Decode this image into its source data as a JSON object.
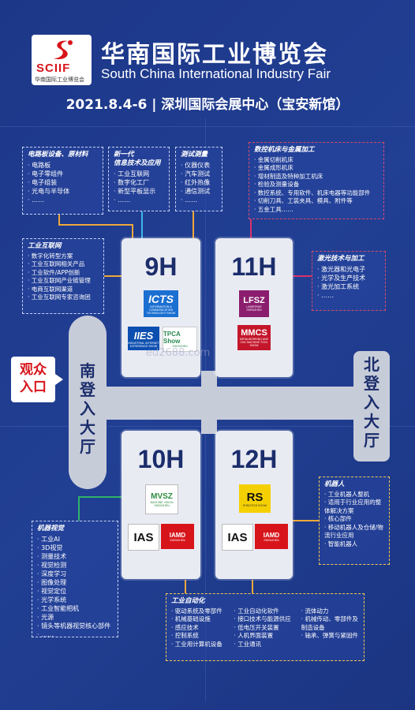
{
  "header": {
    "logo_text": "SCIIF",
    "logo_subtext": "华南国际工业博览会",
    "title_cn": "华南国际工业博览会",
    "title_en": "South China International Industry Fair",
    "date_venue": "2021.8.4-6 | 深圳国际会展中心（宝安新馆）"
  },
  "categories": {
    "pcb": {
      "title": "电路板设备、原材料",
      "items": [
        "电路板",
        "电子零组件",
        "电子组装",
        "光电与半导体",
        "……"
      ]
    },
    "it": {
      "title": "新一代信息技术及应用",
      "title_line1": "新一代",
      "title_line2": "信息技术及应用",
      "items": [
        "工业互联网",
        "数字化工厂",
        "新型平板显示",
        "……"
      ]
    },
    "measure": {
      "title": "测试测量",
      "items": [
        "仪器仪表",
        "汽车测试",
        "红外热像",
        "通信测试",
        "……"
      ]
    },
    "cnc": {
      "title": "数控机床与金属加工",
      "items": [
        "金属切削机床",
        "金属成形机床",
        "增材制造及特种加工机床",
        "检验及测量设备",
        "数控系统、专用软件、机床电器等功能部件",
        "切削刀具、工装夹具、模具、附件等",
        "五金工具……"
      ]
    },
    "iiot": {
      "title": "工业互联网",
      "items": [
        "数字化转型方案",
        "工业互联网相关产品",
        "工业软件/APP创新",
        "工业互联网产业链管理",
        "电商互联网渠道",
        "工业互联网专家咨询团"
      ]
    },
    "laser": {
      "title": "激光技术与加工",
      "items": [
        "激光器和光电子",
        "光学及生产技术",
        "激光加工系统",
        "……"
      ]
    },
    "vision": {
      "title": "机器视觉",
      "items": [
        "工业AI",
        "3D视觉",
        "测量技术",
        "视觉检测",
        "深度学习",
        "图像处理",
        "视觉定位",
        "光学系统",
        "工业智能相机",
        "光源",
        "镜头等机器视觉核心部件",
        "……"
      ]
    },
    "robot": {
      "title": "机器人",
      "items": [
        "工业机器人整机",
        "适用于行业应用的整体解决方案",
        "核心部件",
        "移动机器人及仓储/物流行业应用",
        "智能机器人"
      ]
    },
    "automation": {
      "title": "工业自动化",
      "col1": [
        "驱动系统及零部件",
        "机械基础设施",
        "感应技术",
        "控制系统",
        "工业用计算机设备"
      ],
      "col2": [
        "工业自动化软件",
        "接口技术与能源供应",
        "低电压开关装置",
        "人机界面装置",
        "工业通讯"
      ],
      "col3": [
        "流体动力",
        "机械传动、零部件及制造设备",
        "轴承、弹簧与紧固件"
      ]
    }
  },
  "halls": {
    "h9": {
      "label": "9H",
      "badges": {
        "icts": "ICTS",
        "icts_sub": "INFORMATION & COMMUNICATION TECHNOLOGY SHOW",
        "iies": "IIES",
        "iies_sub": "INDUSTRIAL INTERNET EXPERIENCE SHOW",
        "tpca": "TPCA Show",
        "tpca_sub": "SHENZHEN"
      }
    },
    "h11": {
      "label": "11H",
      "badges": {
        "lfsz": "LFSZ",
        "lfsz_sub": "LASERFAIR SHENZHEN",
        "mmcs": "MMCS",
        "mmcs_sub": "METALWORKING AND CNC MACHINE TOOL SHOW"
      }
    },
    "h10": {
      "label": "10H",
      "badges": {
        "mvsz": "MVSZ",
        "mvsz_sub": "MACHINE VISION SHENZHEN",
        "ias": "IAS",
        "iamd": "IAMD",
        "iamd_sub": "SHENZHEN"
      }
    },
    "h12": {
      "label": "12H",
      "badges": {
        "rs": "RS",
        "rs_sub": "ROBOTICS SHOW",
        "ias": "IAS",
        "iamd": "IAMD",
        "iamd_sub": "SHENZHEN"
      }
    }
  },
  "gates": {
    "south": "南登入大厅",
    "north": "北登入大厅",
    "entrance_line1": "观众",
    "entrance_line2": "入口"
  },
  "watermark": "ed2688.com",
  "colors": {
    "background": "#1f3a8a",
    "hall": "#e9ebf3",
    "accent_red": "#d7141a",
    "accent_blue": "#1b2d6b",
    "connector_orange": "#f0a83a",
    "connector_green": "#2fb36a",
    "connector_pink": "#d9326b",
    "connector_cyan": "#3fb6e8"
  }
}
